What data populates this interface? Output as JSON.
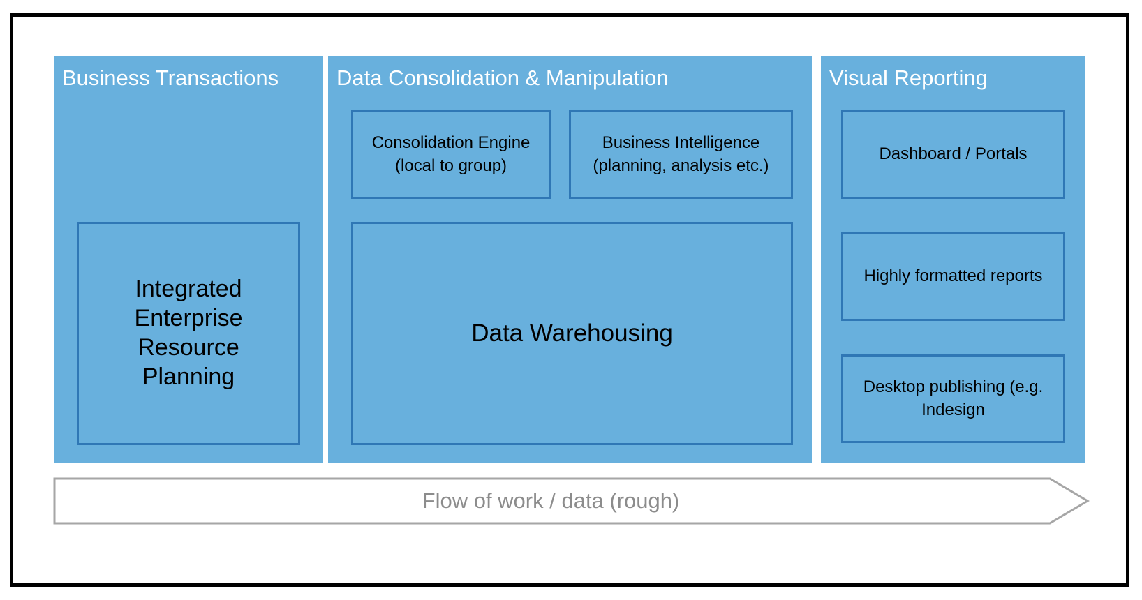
{
  "panels": {
    "business_transactions": {
      "title": "Business Transactions",
      "boxes": [
        "Integrated\nEnterprise\nResource\nPlanning"
      ]
    },
    "data_consolidation": {
      "title": "Data Consolidation & Manipulation",
      "boxes": [
        "Consolidation Engine\n(local to group)",
        "Business Intelligence\n(planning, analysis etc.)",
        "Data Warehousing"
      ]
    },
    "visual_reporting": {
      "title": "Visual Reporting",
      "boxes": [
        "Dashboard / Portals",
        "Highly formatted reports",
        "Desktop publishing (e.g.\nIndesign"
      ]
    }
  },
  "flow_arrow": {
    "label": "Flow of work / data (rough)"
  },
  "colors": {
    "panel_fill": "#68b0dd",
    "box_border": "#2f77b5",
    "panel_title": "#ffffff",
    "arrow_stroke": "#a6a6a6",
    "arrow_label": "#8c8c8c",
    "frame_border": "#000000"
  }
}
